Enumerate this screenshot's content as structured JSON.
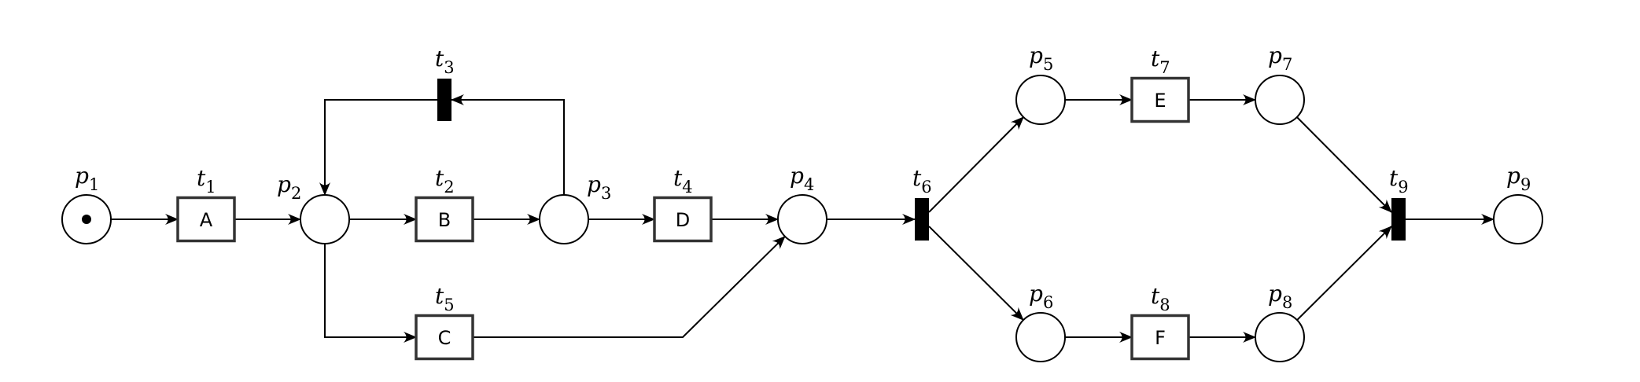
{
  "diagram": {
    "places": [
      {
        "id": "p1",
        "label": "p",
        "sub": "1",
        "tokens": 1
      },
      {
        "id": "p2",
        "label": "p",
        "sub": "2",
        "tokens": 0
      },
      {
        "id": "p3",
        "label": "p",
        "sub": "3",
        "tokens": 0
      },
      {
        "id": "p4",
        "label": "p",
        "sub": "4",
        "tokens": 0
      },
      {
        "id": "p5",
        "label": "p",
        "sub": "5",
        "tokens": 0
      },
      {
        "id": "p6",
        "label": "p",
        "sub": "6",
        "tokens": 0
      },
      {
        "id": "p7",
        "label": "p",
        "sub": "7",
        "tokens": 0
      },
      {
        "id": "p8",
        "label": "p",
        "sub": "8",
        "tokens": 0
      },
      {
        "id": "p9",
        "label": "p",
        "sub": "9",
        "tokens": 0
      }
    ],
    "transitions": [
      {
        "id": "t1",
        "label": "t",
        "sub": "1",
        "kind": "box",
        "text": "A"
      },
      {
        "id": "t2",
        "label": "t",
        "sub": "2",
        "kind": "box",
        "text": "B"
      },
      {
        "id": "t3",
        "label": "t",
        "sub": "3",
        "kind": "bar",
        "text": ""
      },
      {
        "id": "t4",
        "label": "t",
        "sub": "4",
        "kind": "box",
        "text": "D"
      },
      {
        "id": "t5",
        "label": "t",
        "sub": "5",
        "kind": "box",
        "text": "C"
      },
      {
        "id": "t6",
        "label": "t",
        "sub": "6",
        "kind": "bar",
        "text": ""
      },
      {
        "id": "t7",
        "label": "t",
        "sub": "7",
        "kind": "box",
        "text": "E"
      },
      {
        "id": "t8",
        "label": "t",
        "sub": "8",
        "kind": "box",
        "text": "F"
      },
      {
        "id": "t9",
        "label": "t",
        "sub": "9",
        "kind": "bar",
        "text": ""
      }
    ],
    "arcs": [
      {
        "from": "p1",
        "to": "t1"
      },
      {
        "from": "t1",
        "to": "p2"
      },
      {
        "from": "p2",
        "to": "t2"
      },
      {
        "from": "t2",
        "to": "p3"
      },
      {
        "from": "p3",
        "to": "t3"
      },
      {
        "from": "t3",
        "to": "p2"
      },
      {
        "from": "p3",
        "to": "t4"
      },
      {
        "from": "t4",
        "to": "p4"
      },
      {
        "from": "p2",
        "to": "t5"
      },
      {
        "from": "t5",
        "to": "p4"
      },
      {
        "from": "p4",
        "to": "t6"
      },
      {
        "from": "t6",
        "to": "p5"
      },
      {
        "from": "t6",
        "to": "p6"
      },
      {
        "from": "p5",
        "to": "t7"
      },
      {
        "from": "t7",
        "to": "p7"
      },
      {
        "from": "p6",
        "to": "t8"
      },
      {
        "from": "t8",
        "to": "p8"
      },
      {
        "from": "p7",
        "to": "t9"
      },
      {
        "from": "p8",
        "to": "t9"
      },
      {
        "from": "t9",
        "to": "p9"
      }
    ]
  }
}
